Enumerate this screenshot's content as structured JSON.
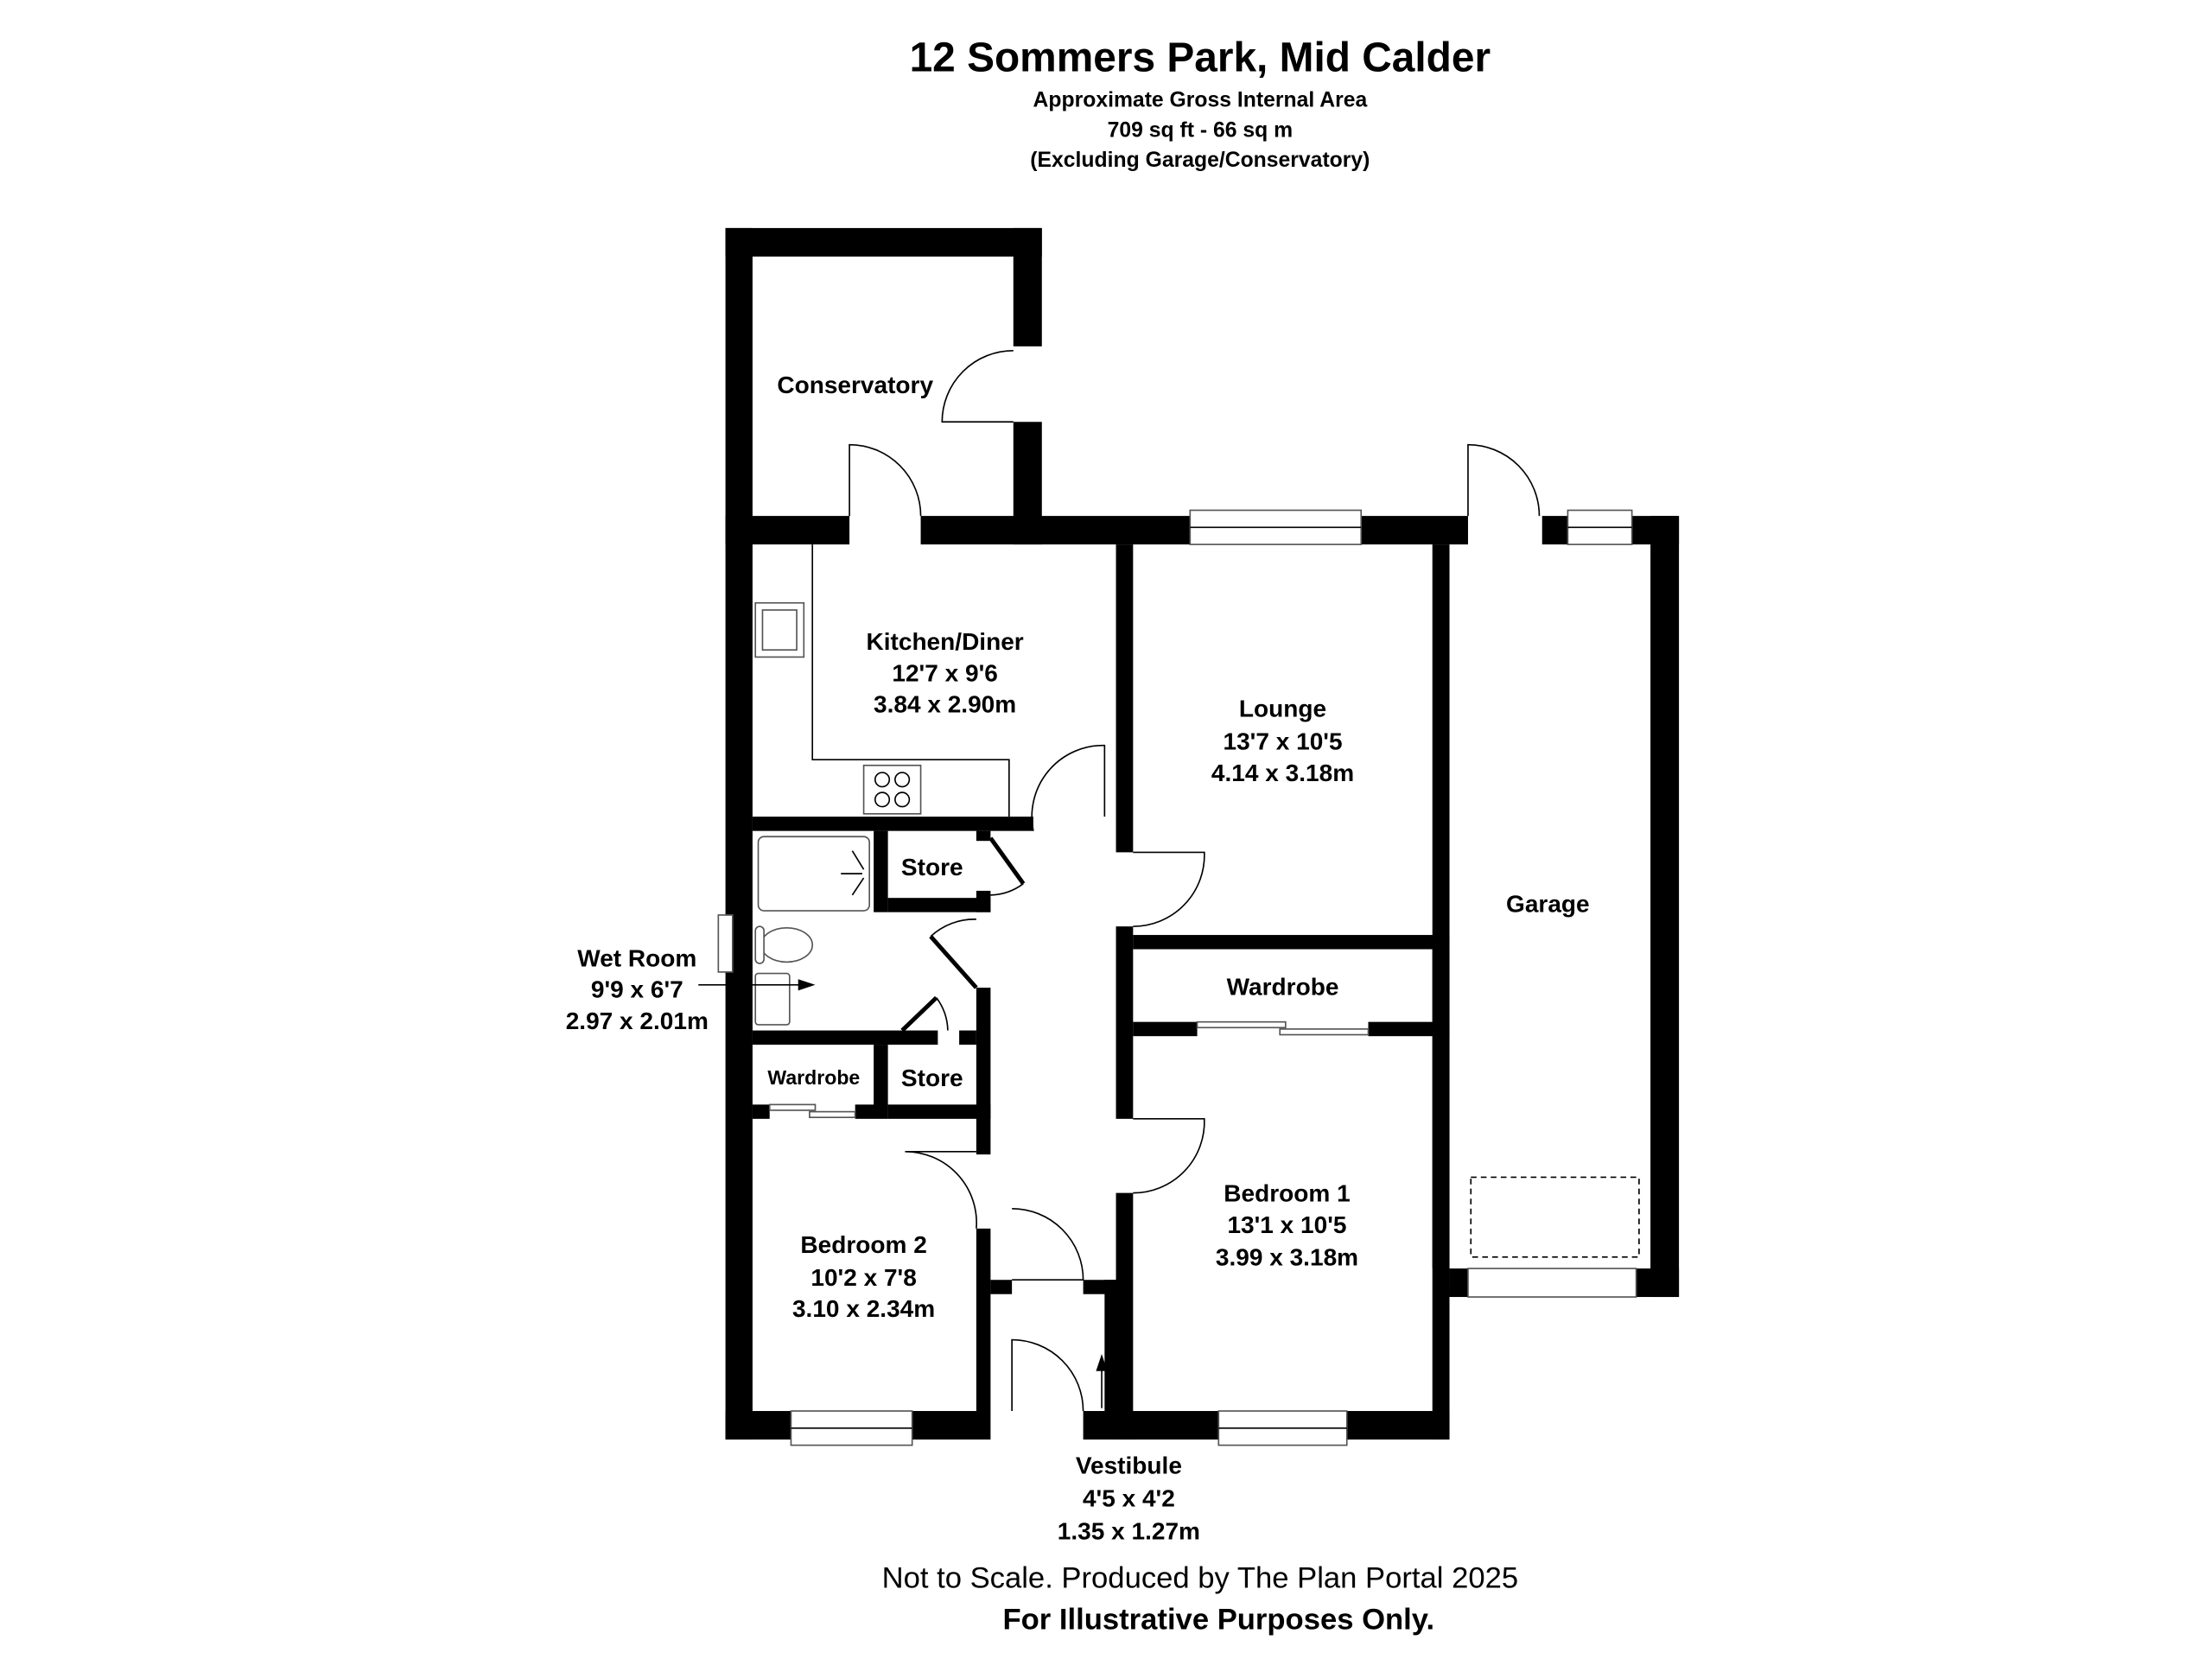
{
  "header": {
    "title": "12 Sommers Park, Mid Calder",
    "line1": "Approximate Gross Internal Area",
    "line2": "709 sq ft - 66 sq m",
    "line3": "(Excluding Garage/Conservatory)"
  },
  "rooms": {
    "conservatory": {
      "name": "Conservatory"
    },
    "kitchen": {
      "name": "Kitchen/Diner",
      "imperial": "12'7 x 9'6",
      "metric": "3.84 x 2.90m"
    },
    "lounge": {
      "name": "Lounge",
      "imperial": "13'7 x 10'5",
      "metric": "4.14 x 3.18m"
    },
    "garage": {
      "name": "Garage"
    },
    "store1": {
      "name": "Store"
    },
    "store2": {
      "name": "Store"
    },
    "wetroom": {
      "name": "Wet Room",
      "imperial": "9'9 x 6'7",
      "metric": "2.97 x 2.01m"
    },
    "wardrobe1": {
      "name": "Wardrobe"
    },
    "wardrobe2": {
      "name": "Wardrobe"
    },
    "bedroom1": {
      "name": "Bedroom 1",
      "imperial": "13'1 x 10'5",
      "metric": "3.99 x 3.18m"
    },
    "bedroom2": {
      "name": "Bedroom 2",
      "imperial": "10'2 x 7'8",
      "metric": "3.10 x 2.34m"
    },
    "vestibule": {
      "name": "Vestibule",
      "imperial": "4'5 x 4'2",
      "metric": "1.35 x 1.27m"
    }
  },
  "footer": {
    "line1": "Not to Scale. Produced by The Plan Portal 2025",
    "line2": "For Illustrative Purposes Only."
  }
}
